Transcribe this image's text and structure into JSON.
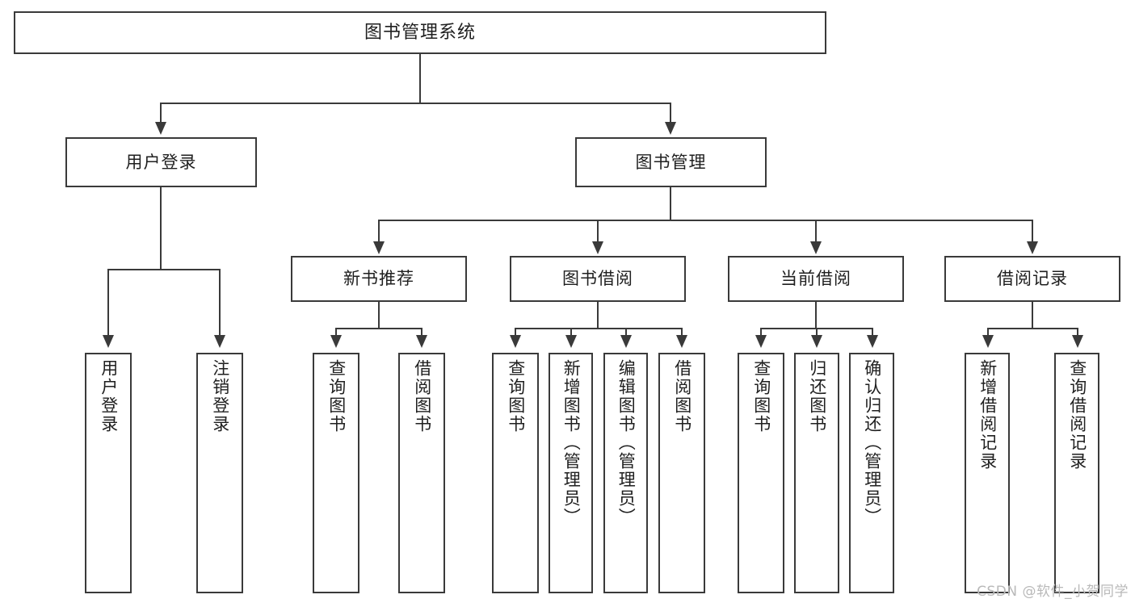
{
  "diagram": {
    "title": "图书管理系统",
    "type": "tree-hierarchy-diagram",
    "root": {
      "label": "图书管理系统"
    },
    "level2": [
      {
        "label": "用户登录"
      },
      {
        "label": "图书管理"
      }
    ],
    "level3": [
      {
        "label": "新书推荐"
      },
      {
        "label": "图书借阅"
      },
      {
        "label": "当前借阅"
      },
      {
        "label": "借阅记录"
      }
    ],
    "leaves": [
      {
        "label": "用户登录"
      },
      {
        "label": "注销登录"
      },
      {
        "label": "查询图书"
      },
      {
        "label": "借阅图书"
      },
      {
        "label": "查询图书"
      },
      {
        "label": "新增图书（管理员）"
      },
      {
        "label": "编辑图书（管理员）"
      },
      {
        "label": "借阅图书"
      },
      {
        "label": "查询图书"
      },
      {
        "label": "归还图书"
      },
      {
        "label": "确认归还（管理员）"
      },
      {
        "label": "新增借阅记录"
      },
      {
        "label": "查询借阅记录"
      }
    ]
  },
  "watermark": {
    "text": "CSDN @软件_小贺同学"
  },
  "colors": {
    "stroke": "#3a3a3a",
    "text": "#1f1f1f",
    "background": "#ffffff",
    "watermark": "#b9b9b9"
  }
}
